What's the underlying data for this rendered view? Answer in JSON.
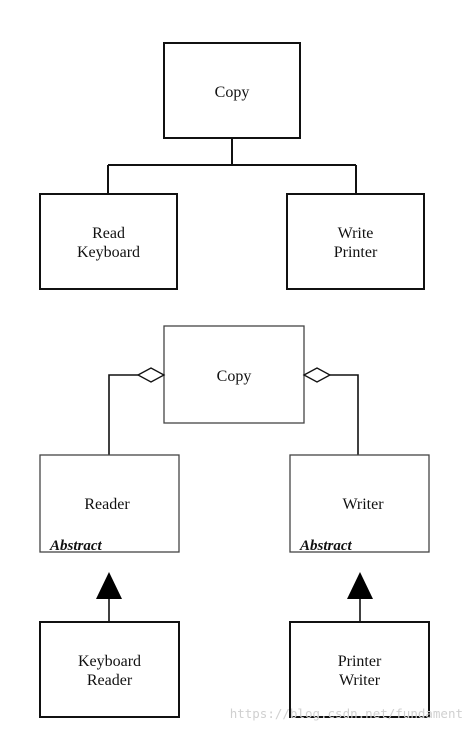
{
  "top_diagram": {
    "root": "Copy",
    "left_child": [
      "Read",
      "Keyboard"
    ],
    "right_child": [
      "Write",
      "Printer"
    ]
  },
  "bottom_diagram": {
    "root": "Copy",
    "left_abstract": "Reader",
    "right_abstract": "Writer",
    "abstract_tag": "Abstract",
    "left_concrete": [
      "Keyboard",
      "Reader"
    ],
    "right_concrete": [
      "Printer",
      "Writer"
    ]
  },
  "watermark": "https://blog.csdn.net/fundament",
  "colors": {
    "stroke": "#111111",
    "background": "#ffffff",
    "watermark": "#d0d0d0"
  }
}
